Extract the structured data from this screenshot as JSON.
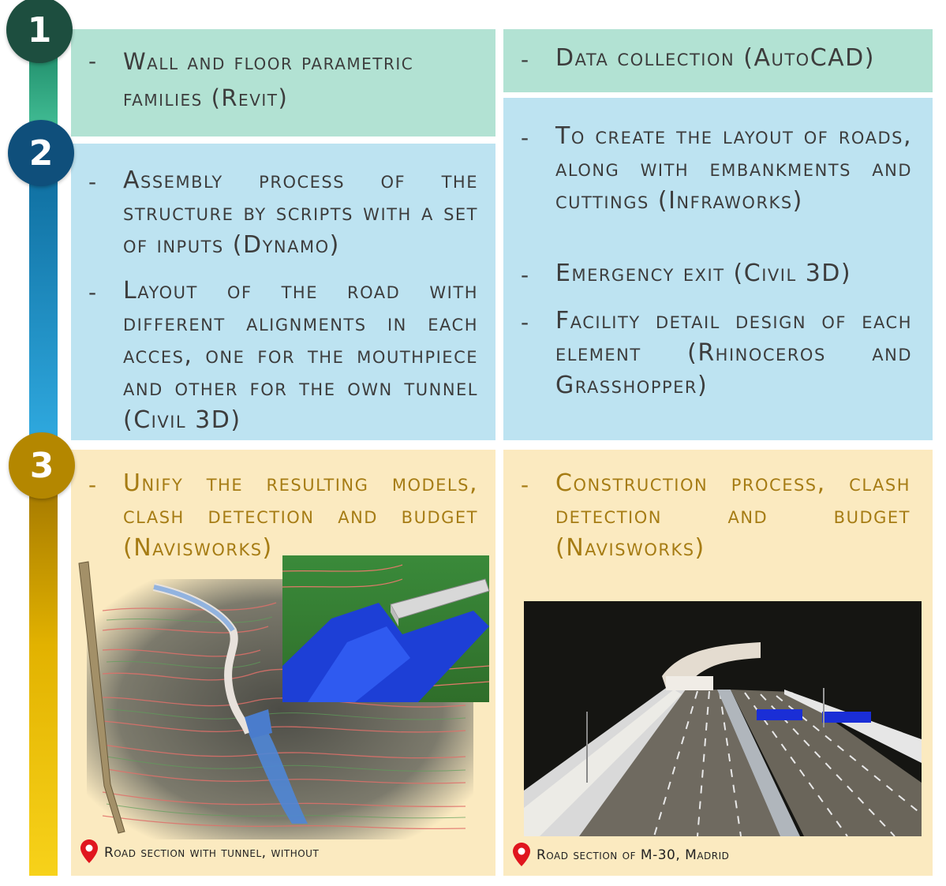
{
  "steps": [
    {
      "number": "1"
    },
    {
      "number": "2"
    },
    {
      "number": "3"
    }
  ],
  "panels": {
    "step1_left": {
      "items": [
        "Wall and floor parametric families (Revit)"
      ]
    },
    "step1_right": {
      "items": [
        "Data collection (AutoCAD)"
      ]
    },
    "step2_left": {
      "items": [
        "Assembly process of the structure by scripts with a set of inputs (Dynamo)",
        "Layout of the road with different alignments in each acces, one for the mouthpiece and other for the own tunnel (Civil 3D)"
      ]
    },
    "step2_right": {
      "items": [
        "To create the layout of roads, along with embankments and cuttings (Infraworks)",
        "Emergency exit (Civil 3D)",
        "Facility detail design of each element (Rhinoceros and Grasshopper)"
      ]
    },
    "step3_left": {
      "items": [
        "Unify the resulting models, clash detection and budget (Navisworks)"
      ],
      "caption": "Road section with tunnel, without"
    },
    "step3_right": {
      "items": [
        "Construction process, clash detection and budget (Navisworks)"
      ],
      "caption": "Road section of M-30, Madrid"
    }
  },
  "colors": {
    "step1": "#1d4e3f",
    "step2": "#0f4f7b",
    "step3": "#b48700",
    "green_panel": "#b2e2d3",
    "blue_panel": "#bde3f1",
    "yellow_panel": "#fbeac0",
    "pin": "#e0161e"
  },
  "icons": [
    "location-pin-icon"
  ],
  "list_marker": "-"
}
